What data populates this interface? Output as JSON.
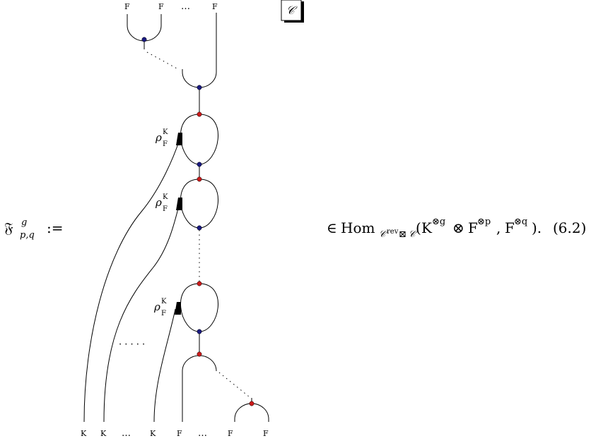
{
  "top_labels": {
    "f1": "F",
    "f2": "F",
    "dots": "…",
    "f3": "F"
  },
  "category_box": "𝒞",
  "rho": {
    "symbol": "ρ",
    "sup": "K",
    "sub": "F"
  },
  "left_expr": {
    "symbol": "𝔉",
    "sup": "g",
    "sub": "p,q",
    "assign": ":="
  },
  "right_expr": {
    "elem": "∈",
    "hom": "Hom",
    "hom_sub_c1": "𝒞",
    "hom_sub_rev": "rev",
    "hom_sub_boxtimes": "⊠",
    "hom_sub_c2": "𝒞",
    "open": "(",
    "k": "K",
    "k_exp": "⊗g",
    "otimes": "⊗",
    "f": "F",
    "f_exp": "⊗p",
    "comma": ",",
    "f2": "F",
    "f2_exp": "⊗q",
    "close": ").",
    "eqno": "(6.2)"
  },
  "middle_dots": "· · · · ·",
  "bottom_labels": [
    "K",
    "K",
    "…",
    "K",
    "F",
    "…",
    "F",
    "F"
  ],
  "colors": {
    "blue_node": "#1a1a80",
    "red_node": "#cc1a1a",
    "stroke": "#000000"
  }
}
